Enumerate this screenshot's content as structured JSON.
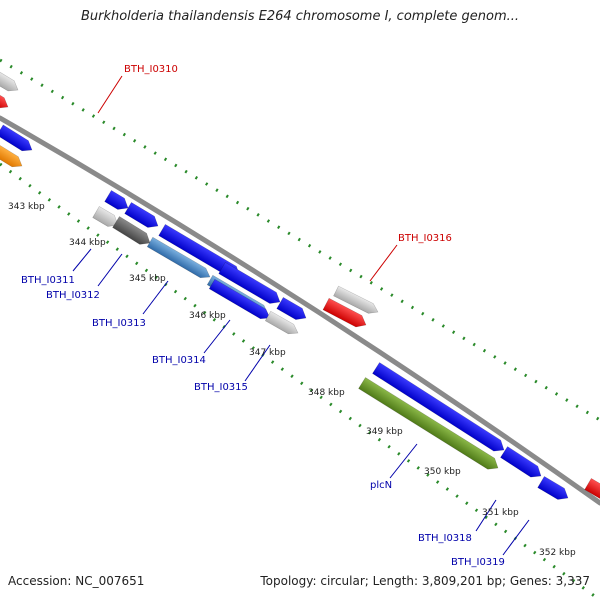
{
  "title": "Burkholderia thailandensis E264 chromosome I, complete genom...",
  "footer": {
    "accession": "Accession: NC_007651",
    "topology": "Topology: circular; Length: 3,809,201 bp; Genes: 3,337"
  },
  "colors": {
    "backbone": "#8a8a8a",
    "tick_dots": "#2a8a2a",
    "label_red": "#cc0000",
    "label_blue": "#0000aa",
    "red": "#ff0000",
    "blue": "#0000ff",
    "light_gray": "#c8c8c8",
    "dark_gray": "#666666",
    "steel_blue": "#4a86c8",
    "orange": "#ff9900",
    "olive": "#6b9a2a"
  },
  "tick_labels": [
    "343 kbp",
    "344 kbp",
    "345 kbp",
    "346 kbp",
    "347 kbp",
    "348 kbp",
    "349 kbp",
    "350 kbp",
    "351 kbp",
    "352 kbp"
  ],
  "gene_labels": [
    {
      "text": "BTH_I0310",
      "color": "red"
    },
    {
      "text": "BTH_I0316",
      "color": "red"
    },
    {
      "text": "BTH_I0311",
      "color": "blue"
    },
    {
      "text": "BTH_I0312",
      "color": "blue"
    },
    {
      "text": "BTH_I0313",
      "color": "blue"
    },
    {
      "text": "BTH_I0314",
      "color": "blue"
    },
    {
      "text": "BTH_I0315",
      "color": "blue"
    },
    {
      "text": "plcN",
      "color": "blue"
    },
    {
      "text": "BTH_I0318",
      "color": "blue"
    },
    {
      "text": "BTH_I0319",
      "color": "blue"
    }
  ],
  "genes": [
    {
      "color": "light_gray",
      "strand": "+"
    },
    {
      "color": "red",
      "strand": "+"
    },
    {
      "color": "blue",
      "strand": "+"
    },
    {
      "color": "orange",
      "strand": "+"
    },
    {
      "color": "blue",
      "strand": "+"
    },
    {
      "color": "blue",
      "strand": "+"
    },
    {
      "color": "light_gray",
      "strand": "+"
    },
    {
      "color": "dark_gray",
      "strand": "+"
    },
    {
      "color": "blue",
      "strand": "+"
    },
    {
      "color": "steel_blue",
      "strand": "+"
    },
    {
      "color": "blue",
      "strand": "+"
    },
    {
      "color": "steel_blue",
      "strand": "+"
    },
    {
      "color": "blue",
      "strand": "+"
    },
    {
      "color": "blue",
      "strand": "+"
    },
    {
      "color": "light_gray",
      "strand": "+"
    },
    {
      "color": "light_gray",
      "strand": "+"
    },
    {
      "color": "red",
      "strand": "+"
    },
    {
      "color": "blue",
      "strand": "+"
    },
    {
      "color": "olive",
      "strand": "+"
    },
    {
      "color": "blue",
      "strand": "+"
    },
    {
      "color": "blue",
      "strand": "+"
    },
    {
      "color": "red",
      "strand": "+"
    }
  ]
}
